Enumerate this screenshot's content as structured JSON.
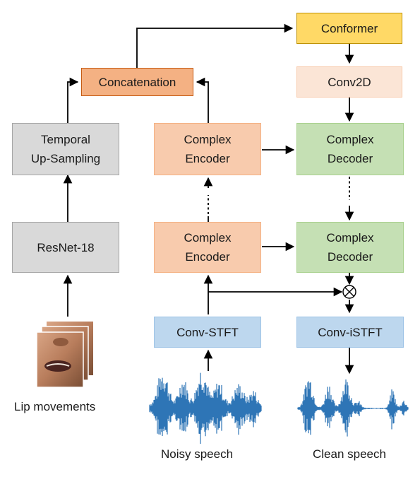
{
  "blocks": {
    "conformer": "Conformer",
    "conv2d": "Conv2D",
    "concatenation": "Concatenation",
    "temporal_upsampling": [
      "Temporal",
      "Up-Sampling"
    ],
    "resnet": "ResNet-18",
    "complex_encoder_top": [
      "Complex",
      "Encoder"
    ],
    "complex_encoder_bottom": [
      "Complex",
      "Encoder"
    ],
    "complex_decoder_top": [
      "Complex",
      "Decoder"
    ],
    "complex_decoder_bottom": [
      "Complex",
      "Decoder"
    ],
    "conv_stft": "Conv-STFT",
    "conv_istft": "Conv-iSTFT"
  },
  "captions": {
    "lip": "Lip movements",
    "noisy": "Noisy speech",
    "clean": "Clean speech"
  },
  "operators": {
    "multiply": "⊗"
  },
  "colors": {
    "waveform": "#2e75b6",
    "arrow": "#000000"
  }
}
